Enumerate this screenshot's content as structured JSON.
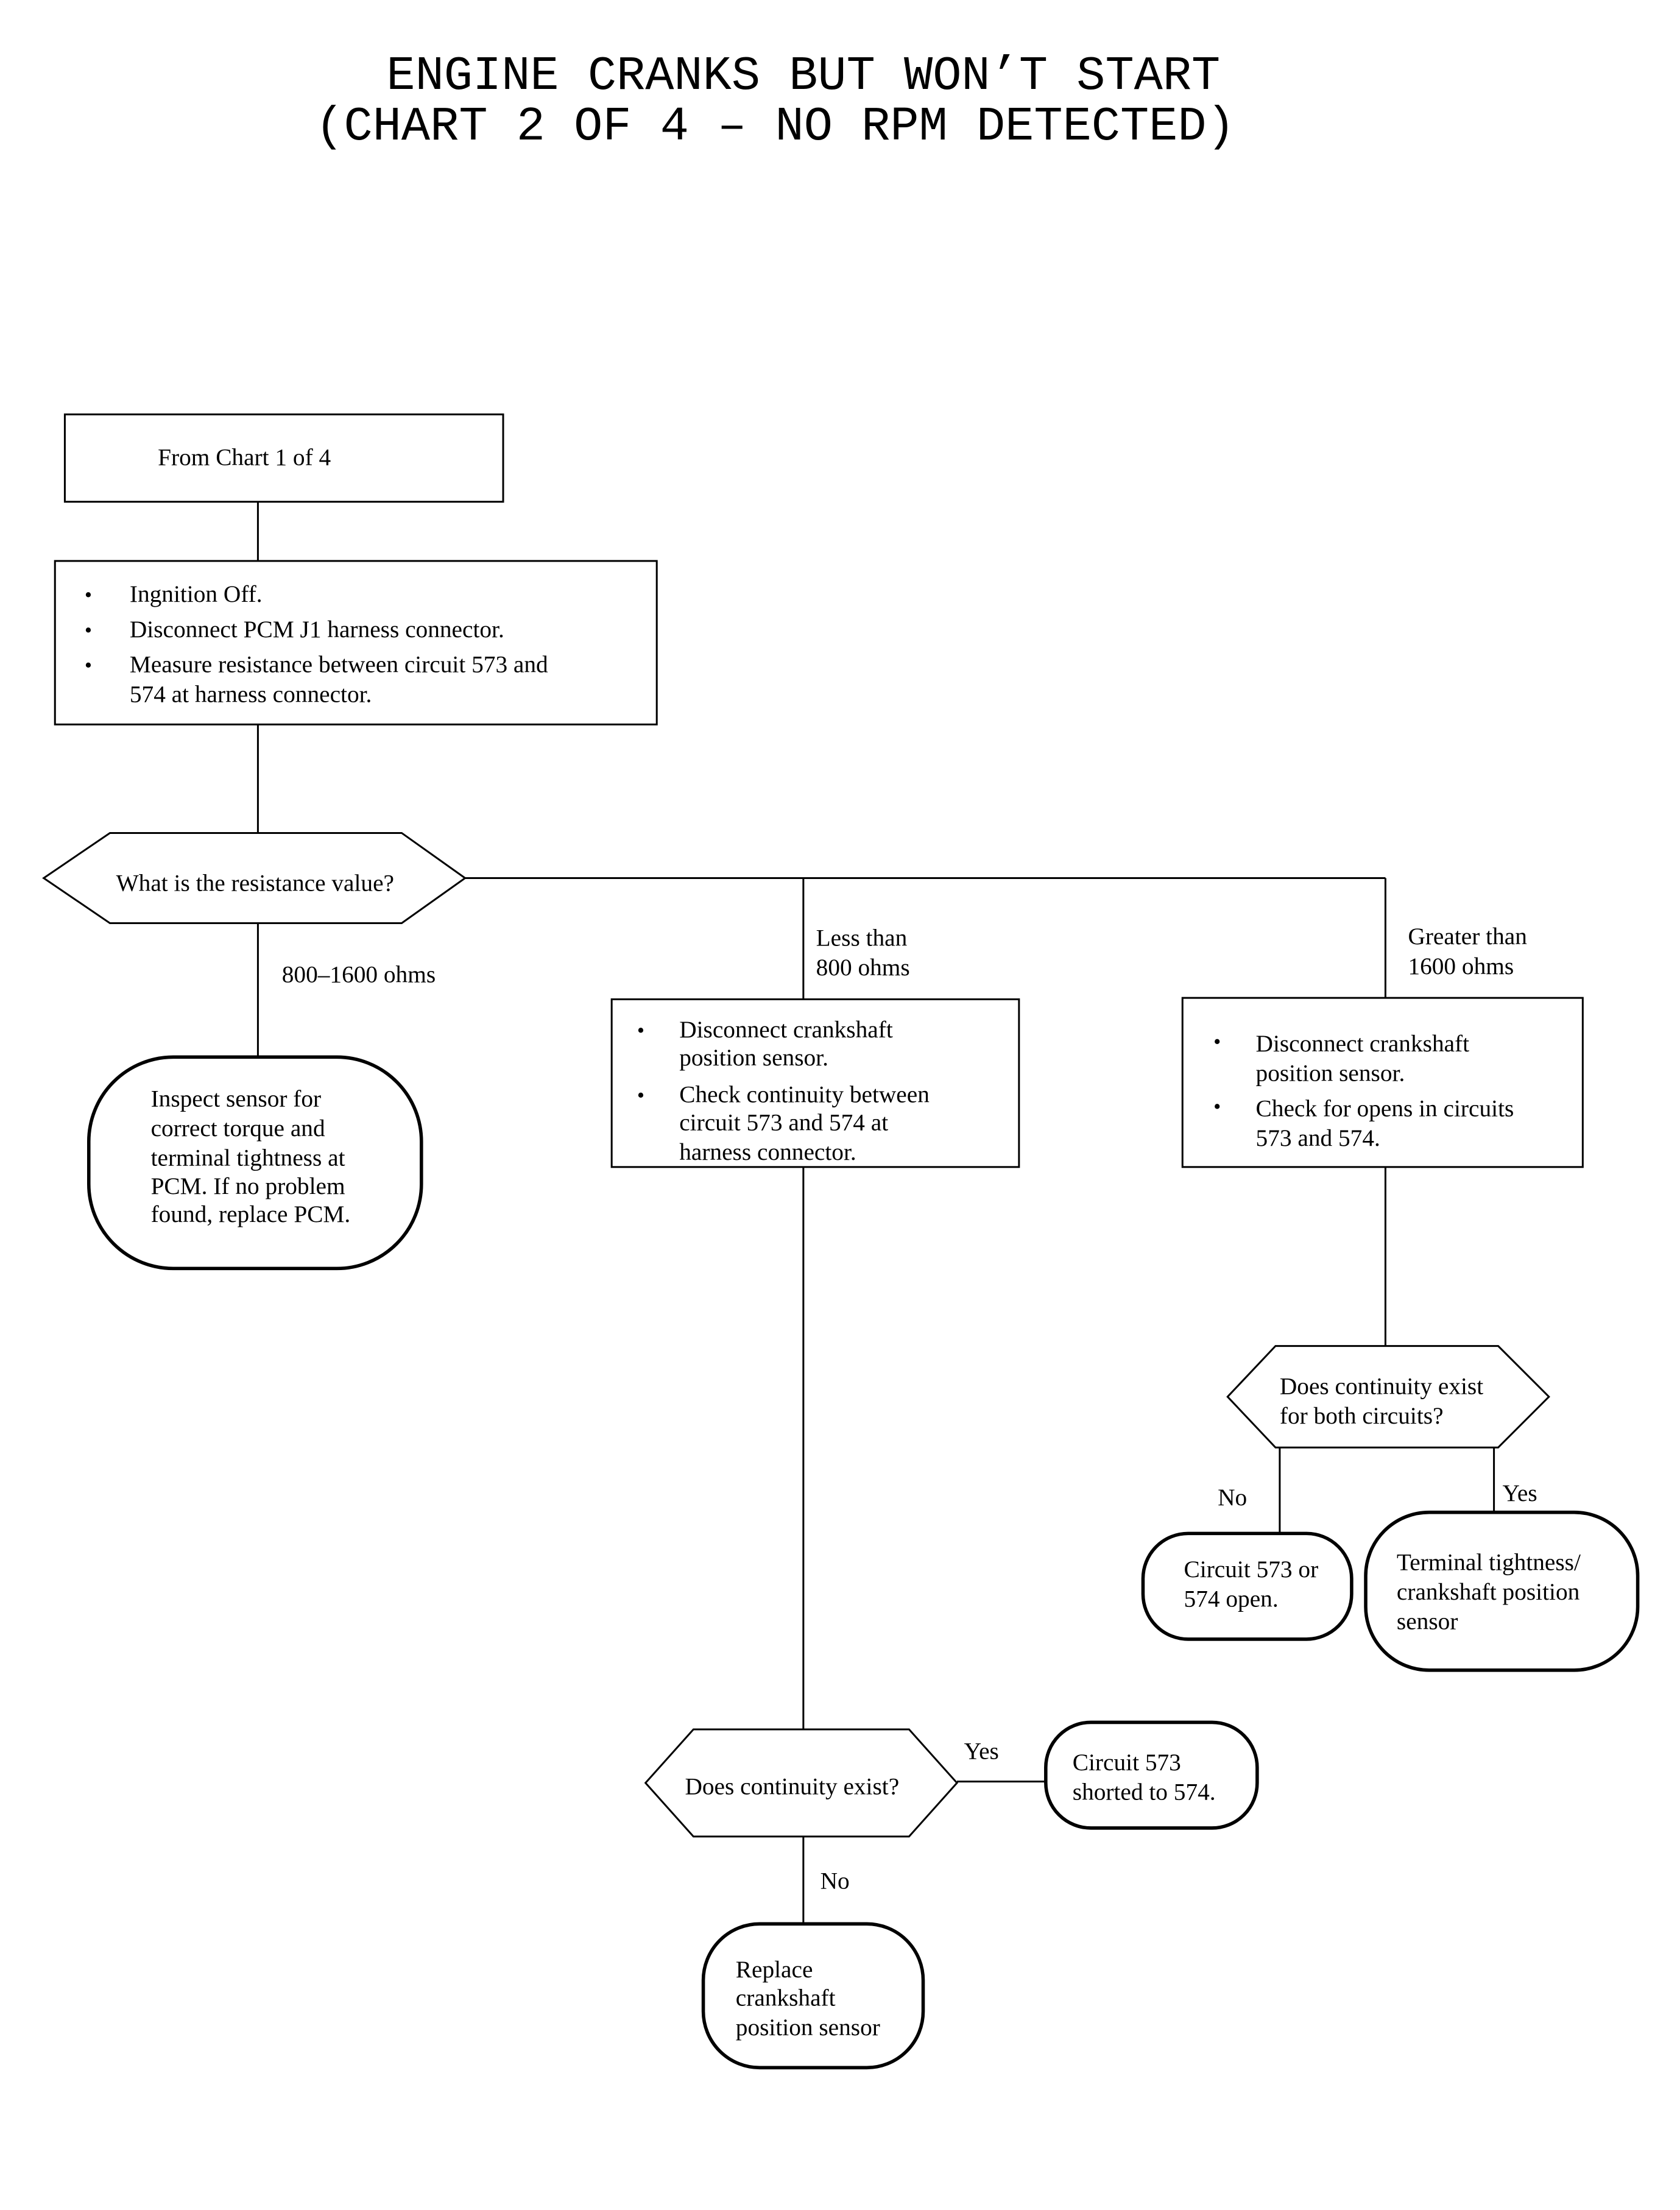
{
  "title": {
    "line1": "ENGINE CRANKS BUT WON’T START",
    "line2": "(CHART 2 OF 4 – NO RPM DETECTED)"
  },
  "nodes": {
    "start": "From Chart 1 of 4",
    "step1": {
      "bullets": [
        "Ingnition Off.",
        "Disconnect PCM J1 harness connector.",
        "Measure resistance between circuit 573 and",
        "574 at harness connector."
      ]
    },
    "decision1": "What is the resistance value?",
    "branch_mid": {
      "line1": "800–1600 ohms"
    },
    "branch_less": {
      "line1": "Less than",
      "line2": "800 ohms"
    },
    "branch_greater": {
      "line1": "Greater than",
      "line2": "1600 ohms"
    },
    "end_pcm": [
      "Inspect sensor for",
      "correct torque and",
      "terminal tightness at",
      "PCM. If no problem",
      "found, replace PCM."
    ],
    "step_less": [
      "Disconnect crankshaft",
      "position sensor.",
      "Check continuity between",
      "circuit 573 and 574 at",
      "harness connector."
    ],
    "step_greater": [
      "Disconnect crankshaft",
      "position sensor.",
      "Check for opens in circuits",
      "573 and 574."
    ],
    "decision_both": [
      "Does continuity exist",
      "for both circuits?"
    ],
    "label_no_both": "No",
    "label_yes_both": "Yes",
    "end_open": [
      "Circuit 573 or",
      "574 open."
    ],
    "end_terminal": [
      "Terminal tightness/",
      "crankshaft position",
      "sensor"
    ],
    "decision_cont": "Does continuity exist?",
    "label_yes_cont": "Yes",
    "label_no_cont": "No",
    "end_shorted": [
      "Circuit 573",
      "shorted to 574."
    ],
    "end_replace": [
      "Replace",
      "crankshaft",
      "position sensor"
    ]
  },
  "bullet_glyph": "•"
}
